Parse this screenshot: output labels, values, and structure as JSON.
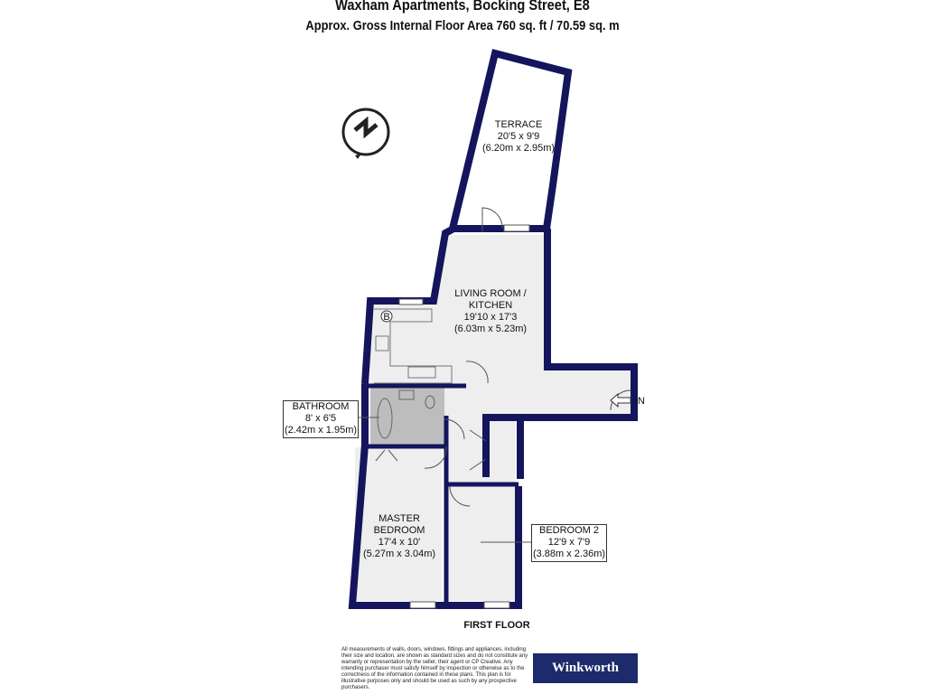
{
  "header": {
    "title": "Waxham Apartments, Bocking Street, E8",
    "subtitle": "Approx. Gross Internal Floor Area 760 sq. ft / 70.59 sq. m"
  },
  "compass": {
    "icon": "north-arrow-icon",
    "letter": "N"
  },
  "rooms": {
    "terrace": {
      "name": "TERRACE",
      "imperial": "20'5 x 9'9",
      "metric": "(6.20m x 2.95m)"
    },
    "living": {
      "name_line1": "LIVING ROOM /",
      "name_line2": "KITCHEN",
      "imperial": "19'10 x 17'3",
      "metric": "(6.03m x 5.23m)"
    },
    "bathroom": {
      "name": "BATHROOM",
      "imperial": "8' x 6'5",
      "metric": "(2.42m x 1.95m)"
    },
    "master": {
      "name_line1": "MASTER",
      "name_line2": "BEDROOM",
      "imperial": "17'4 x 10'",
      "metric": "(5.27m x 3.04m)"
    },
    "bedroom2": {
      "name": "BEDROOM 2",
      "imperial": "12'9 x 7'9",
      "metric": "(3.88m x 2.36m)"
    }
  },
  "entrance_label": "IN",
  "boiler_label": "B",
  "floor_label": "FIRST FLOOR",
  "disclaimer": "All measurements of walls, doors, windows, fittings and appliances, including their size and location, are shown as standard sizes and do not constitute any warranty or representation by the seller, their agent or CP Creative. Any intending purchaser must satisfy himself by inspection or otherwise as to the correctness of the information contained in these plans. This plan is for illustrative purposes only and should be used as such by any prospective purchasers.",
  "brand": "Winkworth",
  "colors": {
    "wall": "#14155c",
    "floor": "#eeeeee",
    "bath": "#bdbdbd",
    "brand_bg": "#1d2a6b"
  }
}
